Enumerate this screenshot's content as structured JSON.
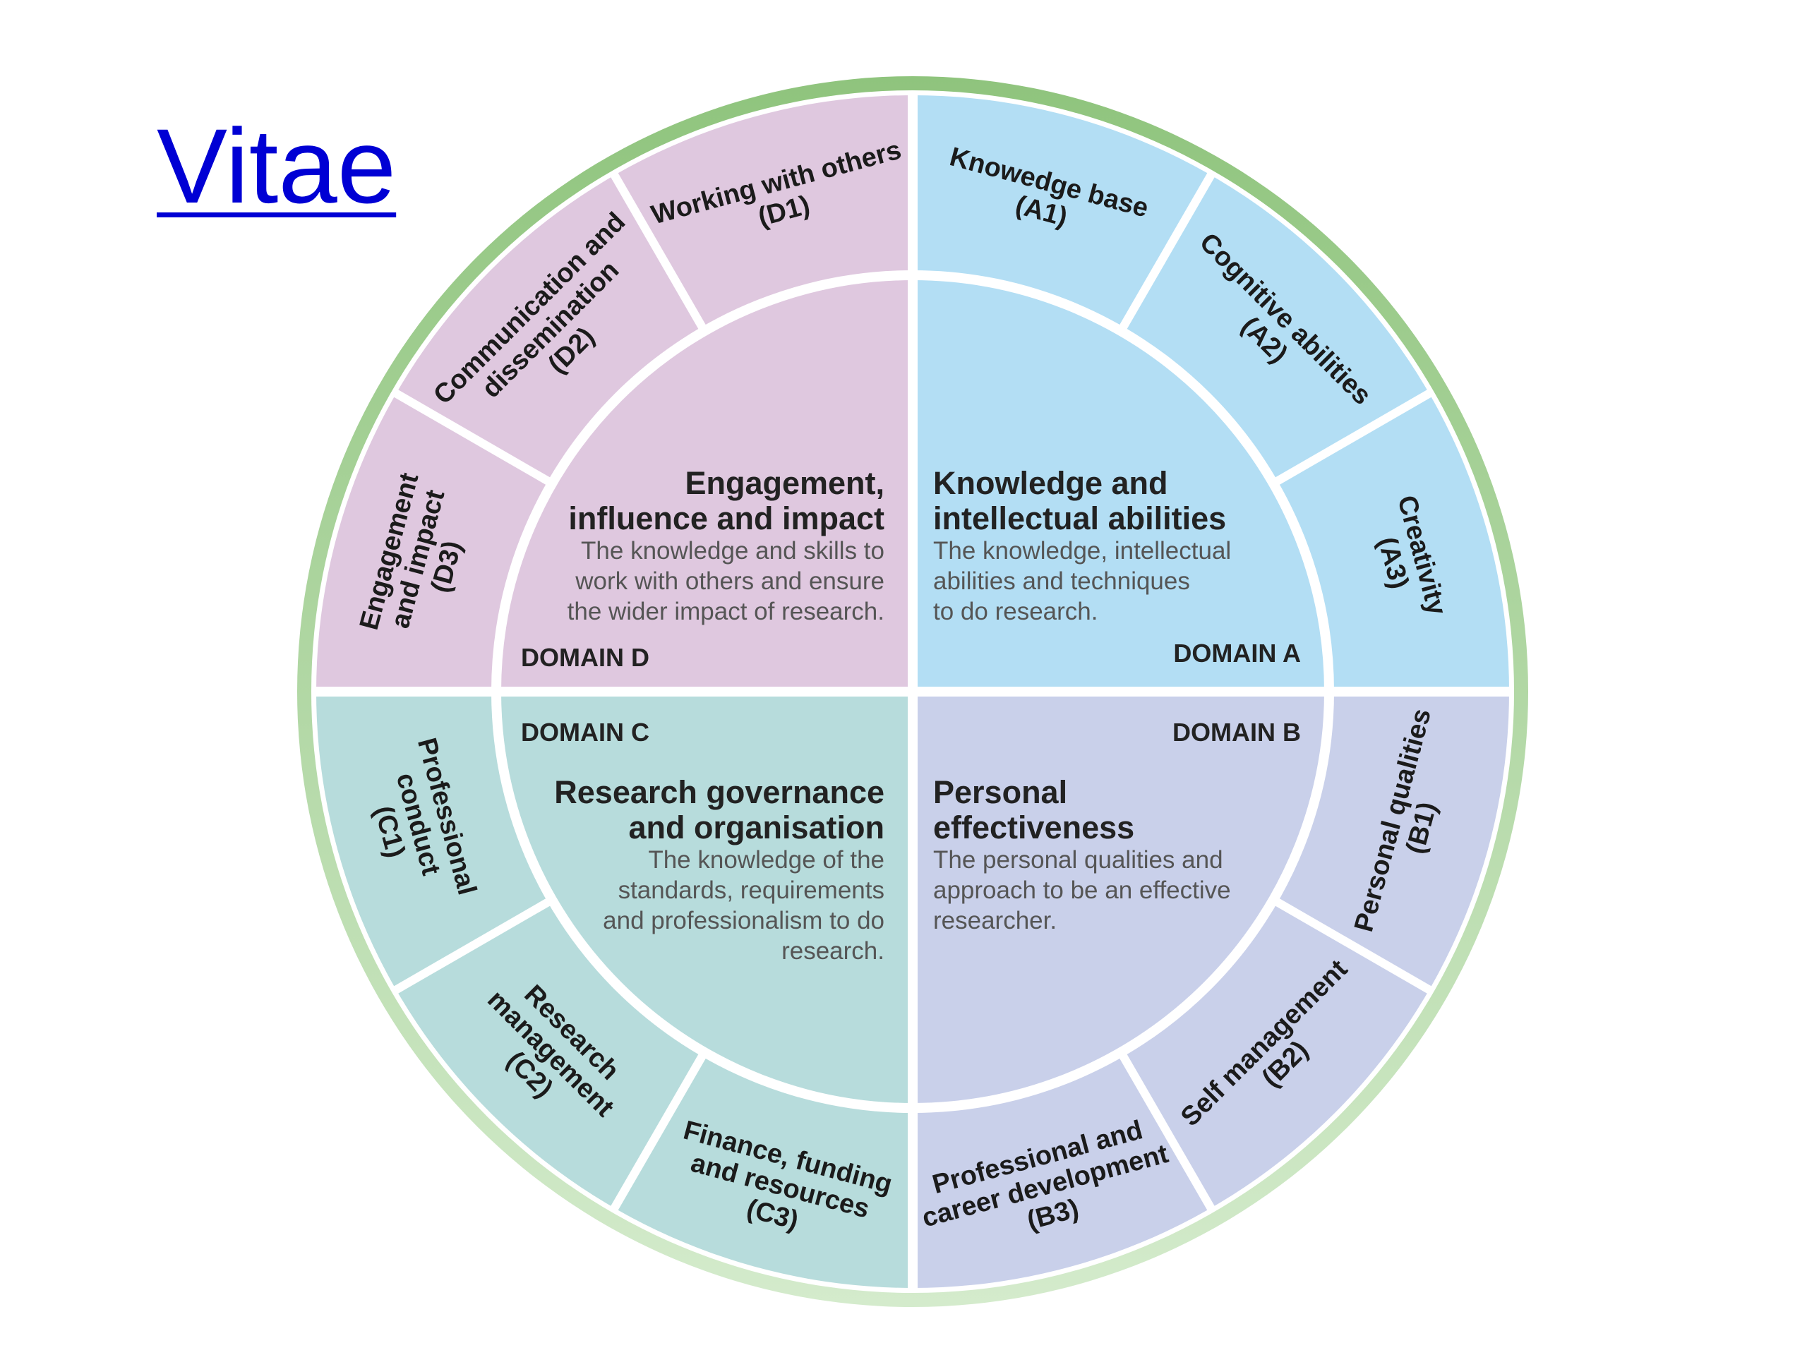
{
  "header": {
    "title": "Vitae"
  },
  "colors": {
    "ring": "#9ccc8a",
    "domain_a": "#b3def4",
    "domain_b": "#c9d0ea",
    "domain_c": "#b7dcdc",
    "domain_d": "#dfc8df",
    "divider": "#ffffff"
  },
  "domains": {
    "a": {
      "tag": "DOMAIN A",
      "title": [
        "Knowledge and",
        "intellectual abilities"
      ],
      "desc": [
        "The knowledge, intellectual",
        "abilities and techniques",
        "to do research."
      ],
      "segments": [
        [
          "Knowedge base",
          "(A1)"
        ],
        [
          "Cognitive abilities",
          "(A2)"
        ],
        [
          "Creativity",
          "(A3)"
        ]
      ]
    },
    "b": {
      "tag": "DOMAIN B",
      "title": [
        "Personal",
        "effectiveness"
      ],
      "desc": [
        "The personal qualities and",
        "approach to be an effective",
        "researcher."
      ],
      "segments": [
        [
          "Personal qualities",
          "(B1)"
        ],
        [
          "Self management",
          "(B2)"
        ],
        [
          "Professional and",
          "career development",
          "(B3)"
        ]
      ]
    },
    "c": {
      "tag": "DOMAIN C",
      "title": [
        "Research governance",
        "and organisation"
      ],
      "desc": [
        "The knowledge of the",
        "standards, requirements",
        "and professionalism to do",
        "research."
      ],
      "segments": [
        [
          "Professional",
          "conduct",
          "(C1)"
        ],
        [
          "Research",
          "management",
          "(C2)"
        ],
        [
          "Finance, funding",
          "and resources",
          "(C3)"
        ]
      ]
    },
    "d": {
      "tag": "DOMAIN D",
      "title": [
        "Engagement,",
        "influence and impact"
      ],
      "desc": [
        "The knowledge and skills to",
        "work with others and ensure",
        "the wider impact of research."
      ],
      "segments": [
        [
          "Working with others",
          "(D1)"
        ],
        [
          "Communication and",
          "dissemination",
          "(D2)"
        ],
        [
          "Engagement",
          "and impact",
          "(D3)"
        ]
      ]
    }
  }
}
